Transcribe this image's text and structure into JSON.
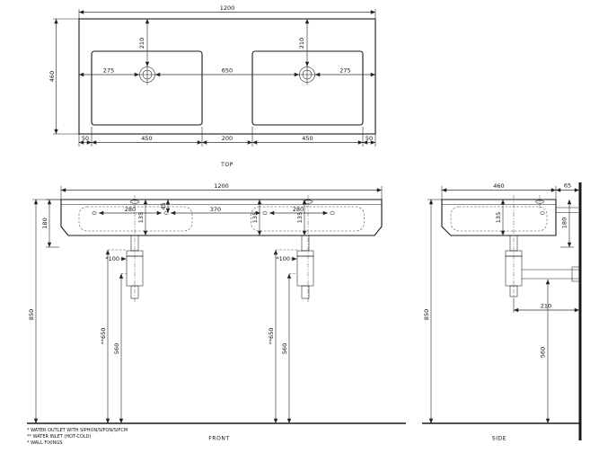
{
  "top_view": {
    "label": "TOP",
    "dim_overall_width": "1200",
    "dim_overall_depth": "460",
    "dim_tap_offset_left": "275",
    "dim_tap_setback_left": "210",
    "dim_tap_spacing": "650",
    "dim_tap_setback_right": "210",
    "dim_tap_offset_right": "275",
    "dim_edge_left": "50",
    "dim_basin_left_width": "450",
    "dim_center_gap": "200",
    "dim_basin_right_width": "450",
    "dim_edge_right": "50"
  },
  "front_view": {
    "label": "FRONT",
    "dim_overall_width": "1200",
    "dim_body_height": "180",
    "dim_mount_height": "850",
    "dim_fixing_span_left": "280",
    "dim_inner_depth_1": "135",
    "dim_fixing_setback": "45",
    "dim_fixing_span_center": "370",
    "dim_inner_depth_2": "135",
    "dim_fixing_span_right": "280",
    "dim_inner_depth_3": "135",
    "dim_trap_left": "*100",
    "dim_trap_right": "*100",
    "dim_inlet_height_left": "**650",
    "dim_outlet_height_left": "560",
    "dim_inlet_height_right": "**650",
    "dim_outlet_height_right": "560"
  },
  "side_view": {
    "label": "SIDE",
    "dim_overall_depth": "460",
    "dim_tap_setback": "65",
    "dim_inner_depth": "135",
    "dim_body_height": "180",
    "dim_mount_height": "850",
    "dim_outlet_offset": "210",
    "dim_outlet_height": "560"
  },
  "notes": {
    "note1": "* WATER OUTLET WITH SIPHON/SIFON/SIFCM",
    "note2": "** WATER INLET (HOT-COLD)",
    "note3": "* WALL FIXINGS"
  }
}
